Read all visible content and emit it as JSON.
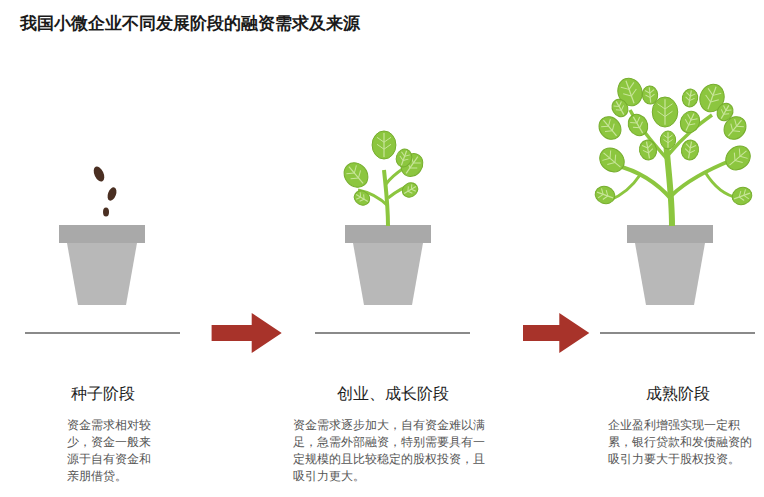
{
  "diagram": {
    "title": "我国小微企业不同发展阶段的融资需求及来源",
    "nodes": [
      {
        "text": [
          "种子阶段",
          "资金需求相对较少，资金一般来源于自有资金和亲朋借贷。"
        ]
      },
      {
        "text": [
          "创业、成长阶段",
          "资金需求逐步加大，自有资金难以满足，急需外部融资，特别需要具有一定规模的且比较稳定的股权投资，且吸引力更大。"
        ]
      },
      {
        "text": [
          "成熟阶段",
          "企业盈利增强实现一定积累，银行贷款和发债融资的吸引力要大于股权投资。"
        ]
      }
    ],
    "edges": [
      {
        "from": 0,
        "to": 1,
        "arrow": "to"
      },
      {
        "from": 1,
        "to": 2,
        "arrow": "to"
      }
    ]
  }
}
